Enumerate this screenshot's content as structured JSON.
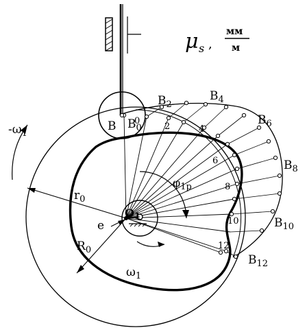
{
  "scale": {
    "mu": "μ",
    "sub": "s",
    "sep": ",",
    "unit_num": "мм",
    "unit_den": "м"
  },
  "labels": {
    "follower": "B",
    "b0": "B",
    "b0_sub": "0",
    "b2": "B",
    "b2_sub": "2",
    "b4": "B",
    "b4_sub": "4",
    "b6": "B",
    "b6_sub": "6",
    "b8": "B",
    "b8_sub": "8",
    "b10": "B",
    "b10_sub": "10",
    "b12": "B",
    "b12_sub": "12",
    "omega_top": "-ω",
    "omega_top_sub": "1",
    "omega_bottom": "ω",
    "omega_bottom_sub": "1",
    "r0": "r",
    "r0_sub": "0",
    "R0": "R",
    "R0_sub": "0",
    "e": "e",
    "center": "O",
    "center_sub": "1",
    "phi": "φ",
    "phi_sub": "1p"
  },
  "division_numbers": [
    "0",
    "2",
    "4",
    "6",
    "8",
    "10",
    "12"
  ]
}
